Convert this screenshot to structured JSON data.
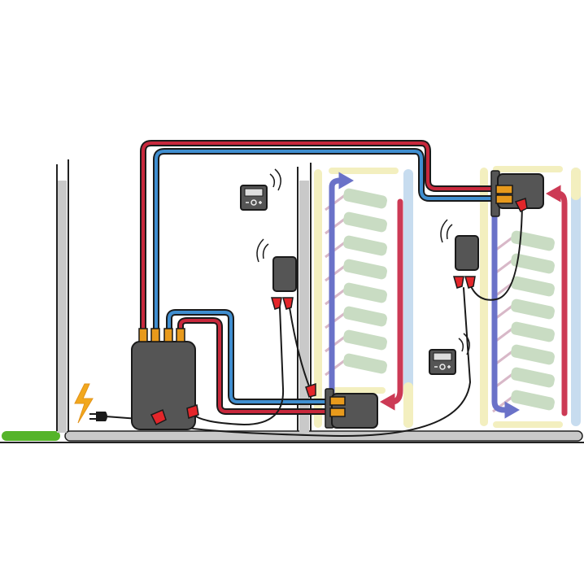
{
  "diagram": {
    "title": "",
    "colors": {
      "hot_pipe": "#c8283c",
      "cold_pipe": "#3f8ed0",
      "pipe_outline": "#1a1a1a",
      "unit_body": "#555555",
      "valve_orange": "#e89a1c",
      "plug_red": "#e3262a",
      "floor": "#c9c9c9",
      "wall": "#c9c9c9",
      "grass": "#55b42a",
      "lightning": "#f2a81d",
      "radiator_pad": "#f3efbf",
      "radiator_cold_pad": "#c7dcef",
      "radiator_fins": "#c9dcc3",
      "heat_flow_up": "#6a72c8",
      "heat_flow_down": "#cc3a55"
    },
    "components": [
      {
        "id": "heat-generator",
        "icon": "boiler-unit"
      },
      {
        "id": "power-supply",
        "icon": "lightning-bolt-icon"
      },
      {
        "id": "power-plug",
        "icon": "plug-icon"
      },
      {
        "id": "thermostat-left",
        "icon": "thermostat-icon"
      },
      {
        "id": "thermostat-right",
        "icon": "thermostat-icon"
      },
      {
        "id": "wireless-receiver-left",
        "icon": "receiver-icon"
      },
      {
        "id": "wireless-receiver-right",
        "icon": "receiver-icon"
      },
      {
        "id": "radiator-left",
        "icon": "radiator-icon"
      },
      {
        "id": "radiator-right",
        "icon": "radiator-icon"
      }
    ]
  }
}
